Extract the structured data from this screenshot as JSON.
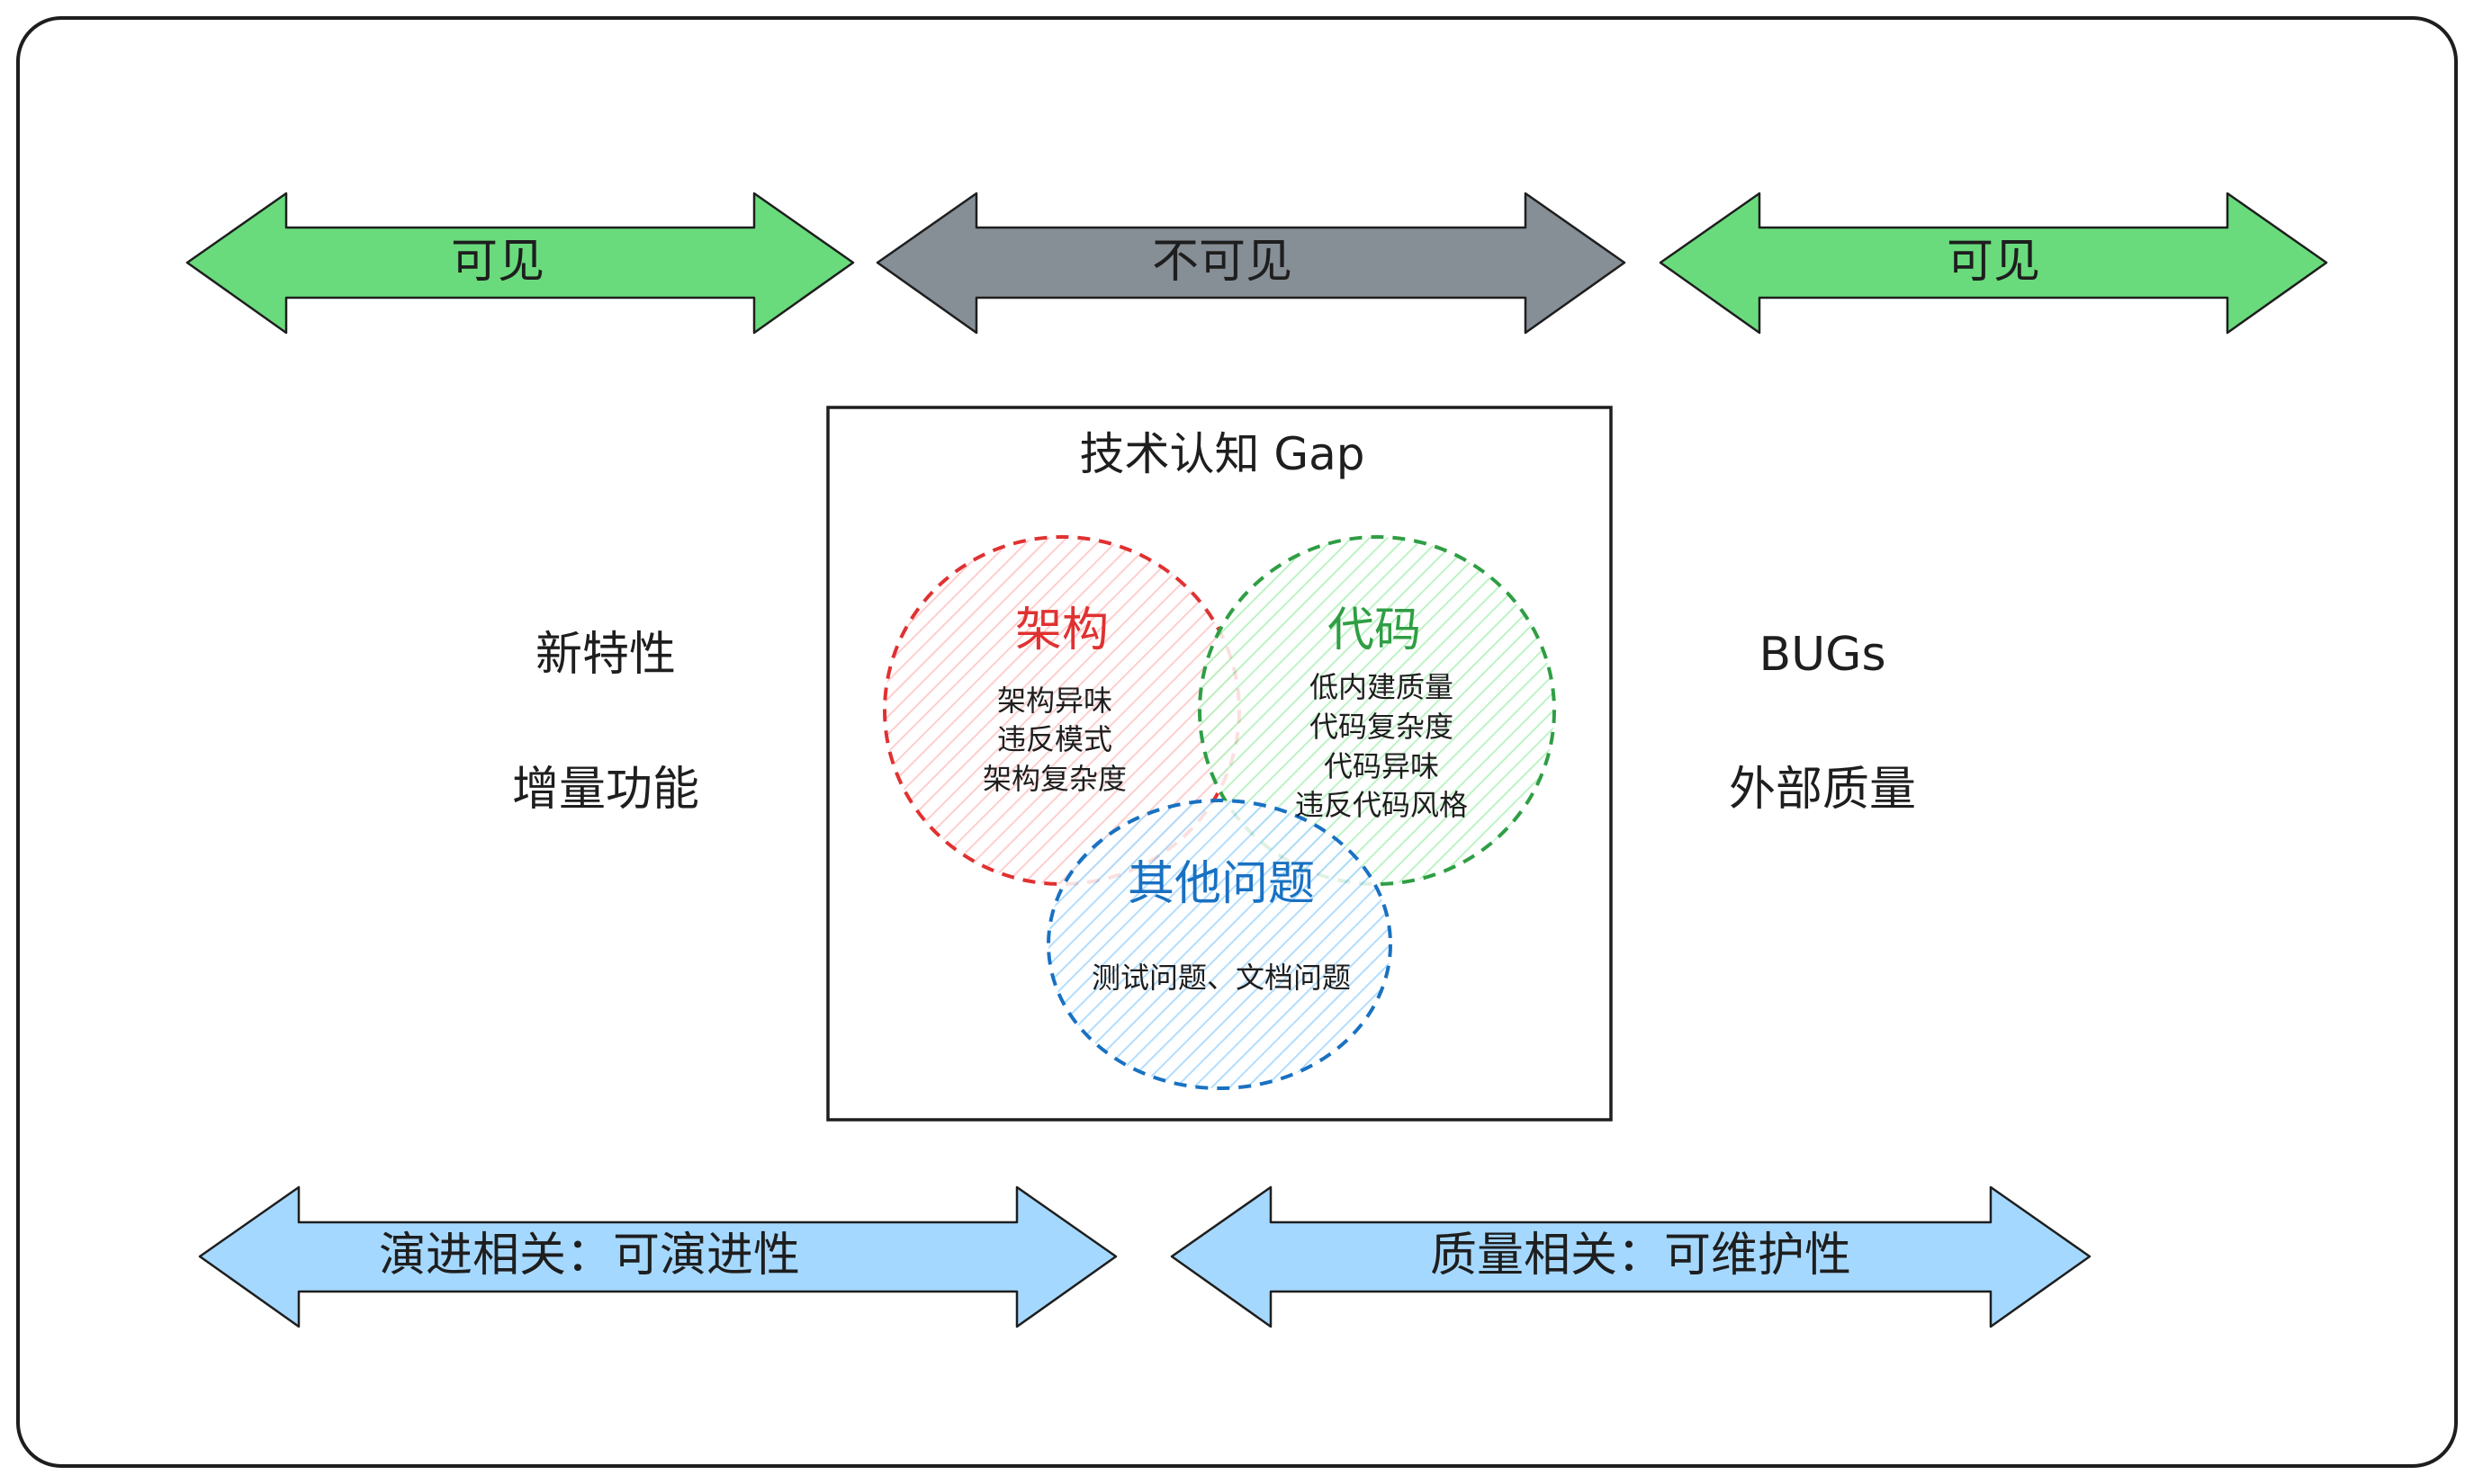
{
  "top_arrows": [
    {
      "label": "可见",
      "color": "#69db7c"
    },
    {
      "label": "不可见",
      "color": "#868e96"
    },
    {
      "label": "可见",
      "color": "#69db7c"
    }
  ],
  "left_side": {
    "line1": "新特性",
    "line2": "增量功能"
  },
  "right_side": {
    "line1": "BUGs",
    "line2": "外部质量"
  },
  "gap_box": {
    "title": "技术认知 Gap",
    "architecture": {
      "title": "架构",
      "color": "#e03131",
      "items": [
        "架构异味",
        "违反模式",
        "架构复杂度"
      ]
    },
    "code": {
      "title": "代码",
      "color": "#2f9e44",
      "items": [
        "低内建质量",
        "代码复杂度",
        "代码异味",
        "违反代码风格"
      ]
    },
    "other": {
      "title": "其他问题",
      "color": "#1971c2",
      "items": [
        "测试问题、文档问题"
      ]
    }
  },
  "bottom_arrows": [
    {
      "label": "演进相关：可演进性",
      "color": "#a5d8ff"
    },
    {
      "label": "质量相关：可维护性",
      "color": "#a5d8ff"
    }
  ]
}
